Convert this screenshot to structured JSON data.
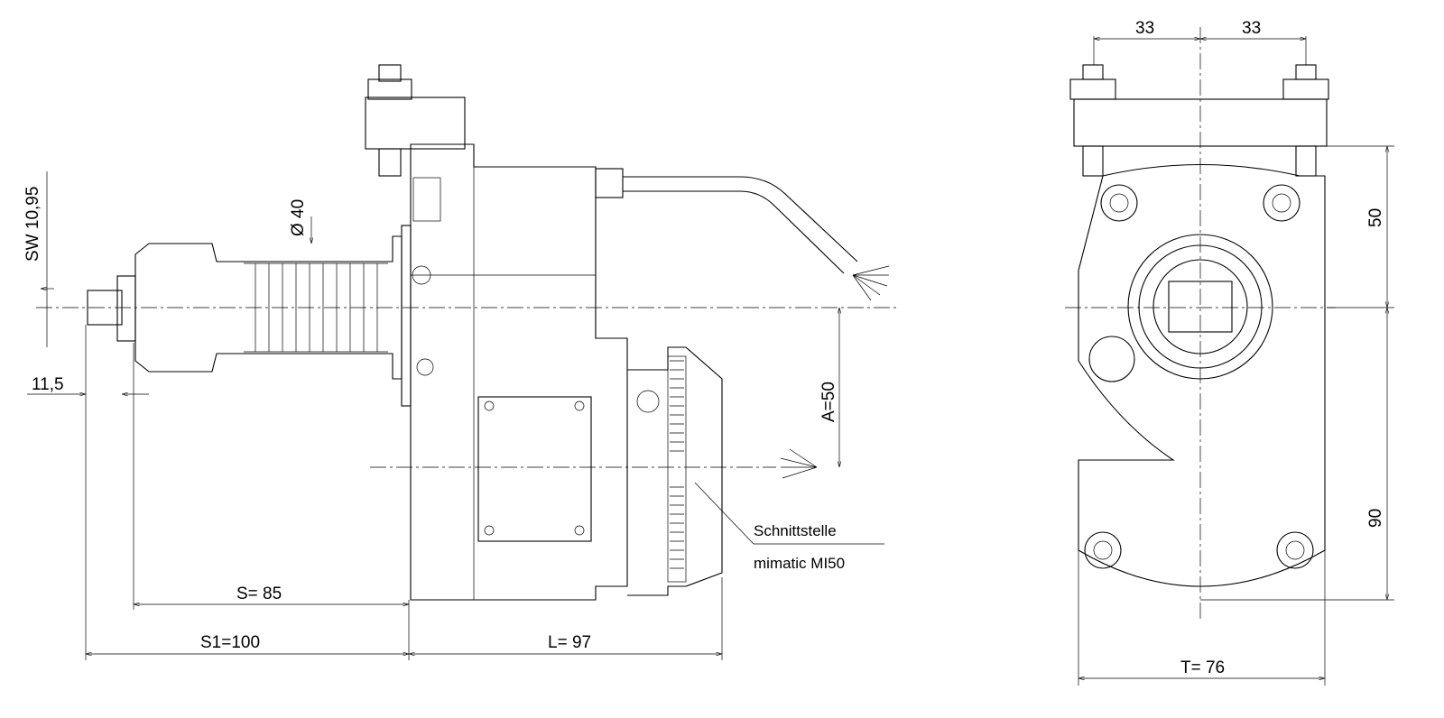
{
  "side_view": {
    "sw_label": "SW  10,95",
    "diameter_label": "Ø 40",
    "offset_label": "11,5",
    "s_label": "S= 85",
    "s1_label": "S1=100",
    "l_label": "L= 97",
    "a_label": "A=50",
    "interface_line1": "Schnittstelle",
    "interface_line2": "mimatic MI50"
  },
  "front_view": {
    "bolt_left_label": "33",
    "bolt_right_label": "33",
    "upper_height_label": "50",
    "lower_height_label": "90",
    "t_label": "T= 76"
  }
}
